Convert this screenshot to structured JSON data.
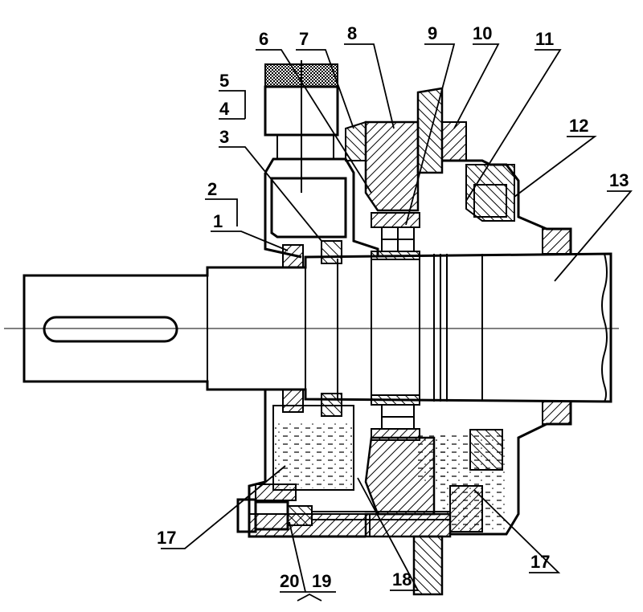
{
  "diagram": {
    "labels": [
      {
        "id": "1",
        "text": "1"
      },
      {
        "id": "2",
        "text": "2"
      },
      {
        "id": "3",
        "text": "3"
      },
      {
        "id": "4",
        "text": "4"
      },
      {
        "id": "5",
        "text": "5"
      },
      {
        "id": "6",
        "text": "6"
      },
      {
        "id": "7",
        "text": "7"
      },
      {
        "id": "8",
        "text": "8"
      },
      {
        "id": "9",
        "text": "9"
      },
      {
        "id": "10",
        "text": "10"
      },
      {
        "id": "11",
        "text": "11"
      },
      {
        "id": "12",
        "text": "12"
      },
      {
        "id": "13",
        "text": "13"
      },
      {
        "id": "17a",
        "text": "17"
      },
      {
        "id": "17b",
        "text": "17"
      },
      {
        "id": "18",
        "text": "18"
      },
      {
        "id": "19",
        "text": "19"
      },
      {
        "id": "20",
        "text": "20"
      }
    ]
  }
}
